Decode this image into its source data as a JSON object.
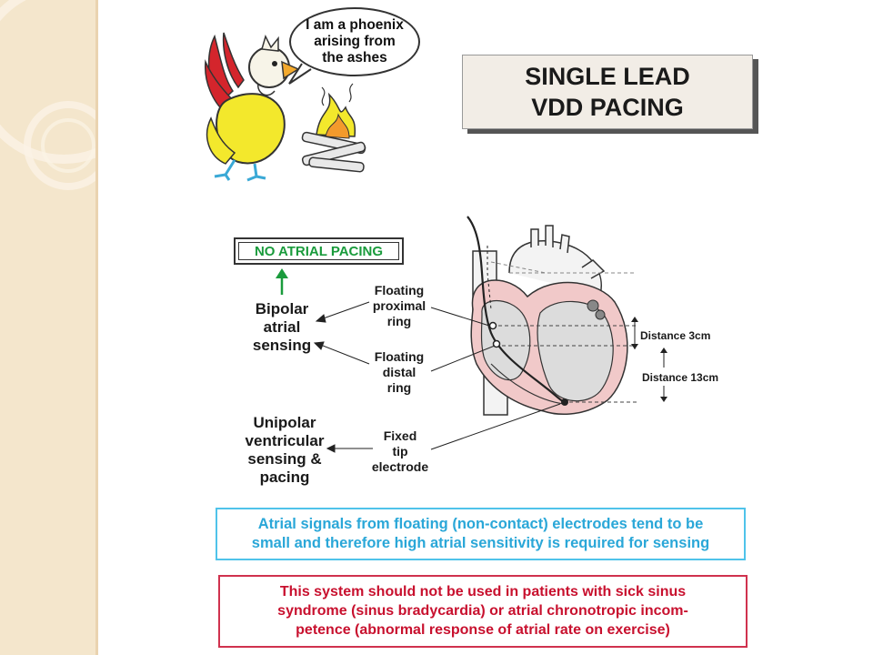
{
  "speech_bubble": {
    "lines": [
      "I am a phoenix",
      "arising from",
      "the ashes"
    ]
  },
  "title": {
    "lines": [
      "SINGLE LEAD",
      "VDD PACING"
    ]
  },
  "no_atrial_pacing": "NO ATRIAL PACING",
  "labels": {
    "bipolar_atrial_sensing": [
      "Bipolar",
      "atrial",
      "sensing"
    ],
    "unipolar_ventricular": [
      "Unipolar",
      "ventricular",
      "sensing &",
      "pacing"
    ],
    "floating_proximal_ring": [
      "Floating",
      "proximal",
      "ring"
    ],
    "floating_distal_ring": [
      "Floating",
      "distal",
      "ring"
    ],
    "fixed_tip_electrode": [
      "Fixed",
      "tip",
      "electrode"
    ],
    "distance_3": "Distance 3cm",
    "distance_13": "Distance 13cm"
  },
  "notes": {
    "atrial_signals": [
      "Atrial signals from floating (non-contact) electrodes tend to be",
      "small and therefore high atrial sensitivity is required for sensing"
    ],
    "warning": [
      "This system should not be used in patients with sick sinus",
      "syndrome (sinus bradycardia) or atrial chronotropic incom-",
      "petence (abnormal response of atrial rate on exercise)"
    ]
  },
  "colors": {
    "green": "#1a9b3c",
    "blue": "#2aa7d8",
    "red": "#c8102e",
    "sidebar": "#f4e6cc"
  }
}
